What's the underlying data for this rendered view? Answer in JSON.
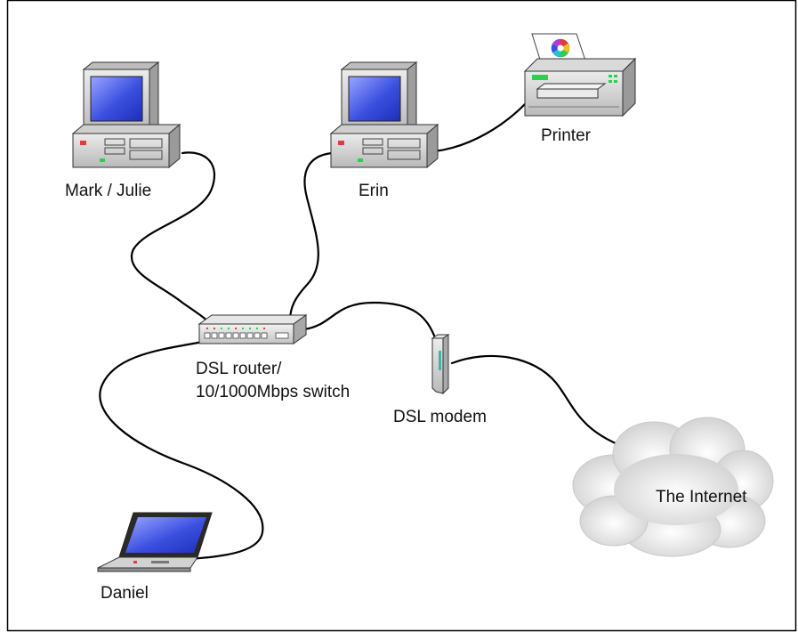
{
  "nodes": {
    "mark_julie": {
      "label": "Mark / Julie",
      "icon": "desktop-computer-icon"
    },
    "erin": {
      "label": "Erin",
      "icon": "desktop-computer-icon"
    },
    "printer": {
      "label": "Printer",
      "icon": "printer-icon"
    },
    "router": {
      "label_line1": "DSL router/",
      "label_line2": "10/1000Mbps switch",
      "icon": "network-switch-icon"
    },
    "modem": {
      "label": "DSL modem",
      "icon": "dsl-modem-icon"
    },
    "internet": {
      "label": "The Internet",
      "icon": "cloud-icon"
    },
    "daniel": {
      "label": "Daniel",
      "icon": "laptop-icon"
    }
  },
  "connections": [
    [
      "mark_julie",
      "router"
    ],
    [
      "erin",
      "router"
    ],
    [
      "erin",
      "printer"
    ],
    [
      "router",
      "modem"
    ],
    [
      "modem",
      "internet"
    ],
    [
      "router",
      "daniel"
    ]
  ],
  "colors": {
    "screen": "#3b4fe0",
    "case": "#d6d6d6",
    "cloud": "#e0e0e0",
    "power_led": "#e33b3b",
    "status_led": "#2bd14a",
    "modem_lights": "#3fb4a6",
    "cable": "#000000",
    "frame": "#000000"
  }
}
